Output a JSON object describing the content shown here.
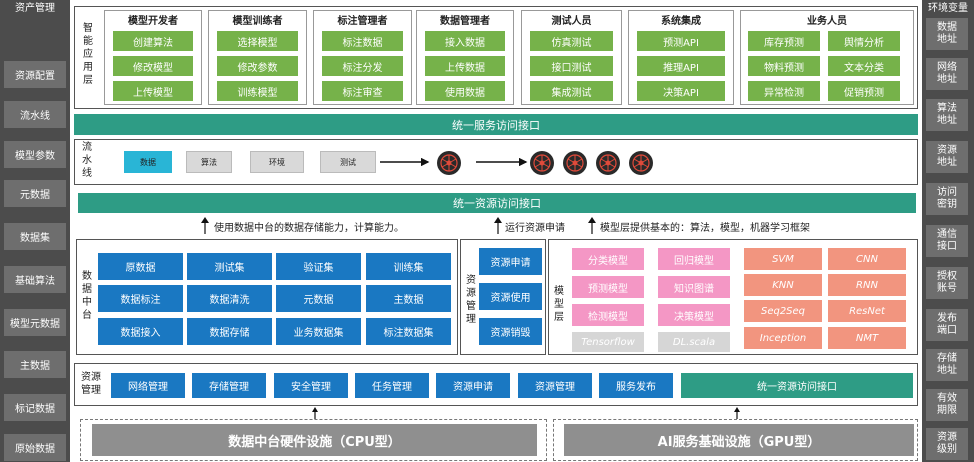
{
  "left_sidebar": {
    "title": "资产管理",
    "items": [
      "资源配置",
      "流水线",
      "模型参数",
      "元数据",
      "数据集",
      "基础算法",
      "模型元数据",
      "主数据",
      "标记数据",
      "原始数据"
    ]
  },
  "right_sidebar": {
    "title": "环境变量",
    "items": [
      "数据\n地址",
      "网络\n地址",
      "算法\n地址",
      "资源\n地址",
      "访问\n密钥",
      "通信\n接口",
      "授权\n账号",
      "发布\n端口",
      "存储\n地址",
      "有效\n期限",
      "资源\n级别"
    ]
  },
  "app_layer": {
    "label": "智\n能\n应\n用\n层",
    "roles": [
      {
        "title": "模型开发者",
        "items": [
          "创建算法",
          "修改模型",
          "上传模型"
        ]
      },
      {
        "title": "模型训练者",
        "items": [
          "选择模型",
          "修改参数",
          "训练模型"
        ]
      },
      {
        "title": "标注管理者",
        "items": [
          "标注数据",
          "标注分发",
          "标注审查"
        ]
      },
      {
        "title": "数据管理者",
        "items": [
          "接入数据",
          "上传数据",
          "使用数据"
        ]
      },
      {
        "title": "测试人员",
        "items": [
          "仿真测试",
          "接口测试",
          "集成测试"
        ]
      },
      {
        "title": "系统集成",
        "items": [
          "预测API",
          "推理API",
          "决策API"
        ]
      },
      {
        "title": "业务人员",
        "items": [
          "库存预测",
          "舆情分析",
          "物料预测",
          "文本分类",
          "异常检测",
          "促销预测"
        ]
      }
    ]
  },
  "service_bar": "统一服务访问接口",
  "pipeline": {
    "label": "流\n水\n线",
    "stages": [
      "数据",
      "算法",
      "环境",
      "测试"
    ],
    "stage_colors": {
      "active": "#29b5d6",
      "inactive": "#d9d9d9"
    }
  },
  "resource_bar": "统一资源访问接口",
  "notes": {
    "data_center": "使用数据中台的数据存储能力，计算能力。",
    "resource": "运行资源申请",
    "model": "模型层提供基本的：算法，模型，机器学习框架"
  },
  "data_center": {
    "label": "数\n据\n中\n台",
    "items": [
      "原数据",
      "测试集",
      "验证集",
      "训练集",
      "数据标注",
      "数据清洗",
      "元数据",
      "主数据",
      "数据接入",
      "数据存储",
      "业务数据集",
      "标注数据集"
    ]
  },
  "resource_mgmt": {
    "label": "资\n源\n管\n理",
    "items": [
      "资源申请",
      "资源使用",
      "资源销毁"
    ]
  },
  "model_layer": {
    "label": "模\n型\n层",
    "models": [
      "分类模型",
      "回归模型",
      "预测模型",
      "知识图谱",
      "检测模型",
      "决策模型"
    ],
    "frameworks": [
      "Tensorflow",
      "DL.scala"
    ],
    "algorithms": [
      "SVM",
      "CNN",
      "KNN",
      "RNN",
      "Seq2Seq",
      "ResNet",
      "Inception",
      "NMT"
    ]
  },
  "resource_row": {
    "label": "资源\n管理",
    "items": [
      "网络管理",
      "存储管理",
      "安全管理",
      "任务管理",
      "资源申请",
      "资源管理",
      "服务发布"
    ],
    "interface": "统一资源访问接口"
  },
  "infrastructure": {
    "cpu": "数据中台硬件设施（CPU型）",
    "gpu": "AI服务基础设施（GPU型）"
  },
  "colors": {
    "sidebar": "#4c4c4c",
    "sidebar_box": "#6e6e6e",
    "green": "#76b24a",
    "teal": "#2e9c85",
    "blue": "#1a78c2",
    "pink": "#f497c5",
    "salmon": "#f2957f",
    "gray_infra": "#8f8f8f"
  }
}
